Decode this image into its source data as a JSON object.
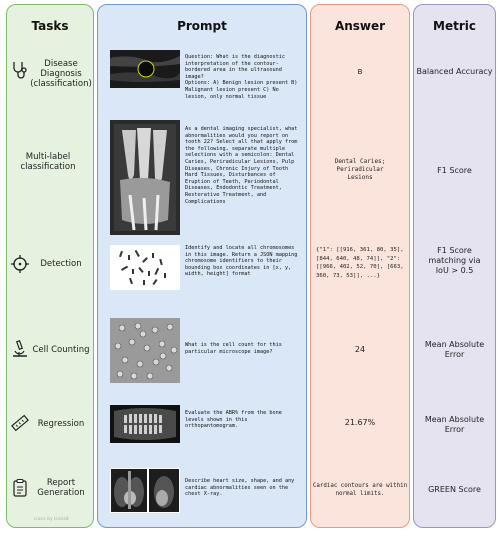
{
  "headers": {
    "tasks": "Tasks",
    "prompt": "Prompt",
    "answer": "Answer",
    "metric": "Metric"
  },
  "rows": [
    {
      "task": "Disease\nDiagnosis\n(classification)",
      "icon": "stethoscope-icon",
      "image": "ultrasound",
      "prompt": "Question: What is the diagnostic interpretation of the contour-bordered area in the ultrasound image?\nOptions: A) Benign lesion present B) Malignant lesion present C) No lesion, only normal tissue",
      "answer": "B",
      "metric": "Balanced Accuracy"
    },
    {
      "task": "Multi-label\nclassification",
      "icon": "",
      "image": "dental-xray",
      "prompt": "As a dental imaging specialist, what abnormalities would you report on tooth 22? Select all that apply from the following, separate multiple selections with a semicolon: Dental Caries, Periradicular Lesions, Pulp Diseases, Chronic Injury of Tooth Hard Tissues, Disturbances of Eruption of Teeth, Periodontal Diseases, Endodontic Treatment, Restorative Treatment, and Complications",
      "answer": "Dental Caries;\nPeriradicular\nLesions",
      "metric": "F1 Score"
    },
    {
      "task": "Detection",
      "icon": "crosshair-icon",
      "image": "chromosomes",
      "prompt": "Identify and locate all chromosomes in this image. Return a JSON mapping chromosome identifiers to their bounding box coordinates in [x, y, width, height] format",
      "answer": "{\"1\": [[916, 361, 80, 35], [844, 640, 48, 74]], \"2\": [[966, 402, 52, 70], [663, 360, 73, 53]], ...}",
      "metric": "F1 Score\nmatching via\nIoU > 0.5"
    },
    {
      "task": "Cell Counting",
      "icon": "microscope-icon",
      "image": "cells",
      "prompt": "What is the cell count for this particular microscope image?",
      "answer": "24",
      "metric": "Mean Absolute\nError"
    },
    {
      "task": "Regression",
      "icon": "ruler-icon",
      "image": "panoramic-xray",
      "prompt": "Evaluate the ABR% from the bone levels shown in this orthopantomogram.",
      "answer": "21.67%",
      "metric": "Mean Absolute\nError"
    },
    {
      "task": "Report\nGeneration",
      "icon": "clipboard-icon",
      "image": "chest-xray",
      "prompt": "Describe heart size, shape, and any cardiac abnormalities seen on the chest X-ray.",
      "answer": "Cardiac contours are within normal limits.",
      "metric": "GREEN Score"
    }
  ],
  "credit": "icons by Icons8"
}
